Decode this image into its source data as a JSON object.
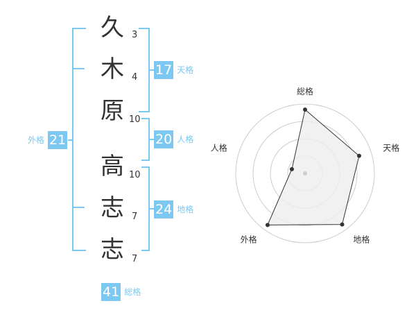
{
  "name": {
    "characters": [
      {
        "char": "久",
        "strokes": "3"
      },
      {
        "char": "木",
        "strokes": "4"
      },
      {
        "char": "原",
        "strokes": "10"
      },
      {
        "char": "高",
        "strokes": "10"
      },
      {
        "char": "志",
        "strokes": "7"
      },
      {
        "char": "志",
        "strokes": "7"
      }
    ]
  },
  "scores": {
    "tenkaku": {
      "value": "17",
      "label": "天格"
    },
    "jinkaku": {
      "value": "20",
      "label": "人格"
    },
    "chikaku": {
      "value": "24",
      "label": "地格"
    },
    "gaikaku": {
      "value": "21",
      "label": "外格"
    },
    "soukaku": {
      "value": "41",
      "label": "総格"
    }
  },
  "chart_data": {
    "type": "radar",
    "axes": [
      "総格",
      "天格",
      "地格",
      "外格",
      "人格"
    ],
    "values": [
      0.92,
      0.82,
      0.91,
      0.92,
      0.2
    ],
    "rings": 4,
    "colors": {
      "grid": "#cccccc",
      "fill": "#eeeeee",
      "line": "#333333",
      "accent": "#7cc8f0"
    }
  }
}
